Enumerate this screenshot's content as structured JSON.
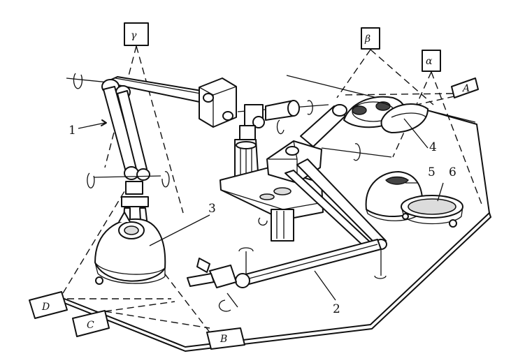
{
  "figure": {
    "part_labels": [
      {
        "id": "arm-1",
        "text": "1"
      },
      {
        "id": "arm-2",
        "text": "2"
      },
      {
        "id": "object-3",
        "text": "3"
      },
      {
        "id": "part-4",
        "text": "4"
      },
      {
        "id": "part-5",
        "text": "5"
      },
      {
        "id": "part-6",
        "text": "6"
      }
    ],
    "sensor_boxes": [
      {
        "id": "gamma",
        "text": "γ"
      },
      {
        "id": "beta",
        "text": "β"
      },
      {
        "id": "alpha",
        "text": "α"
      },
      {
        "id": "A",
        "text": "A"
      },
      {
        "id": "D",
        "text": "D"
      },
      {
        "id": "C",
        "text": "C"
      },
      {
        "id": "B",
        "text": "B"
      }
    ]
  }
}
